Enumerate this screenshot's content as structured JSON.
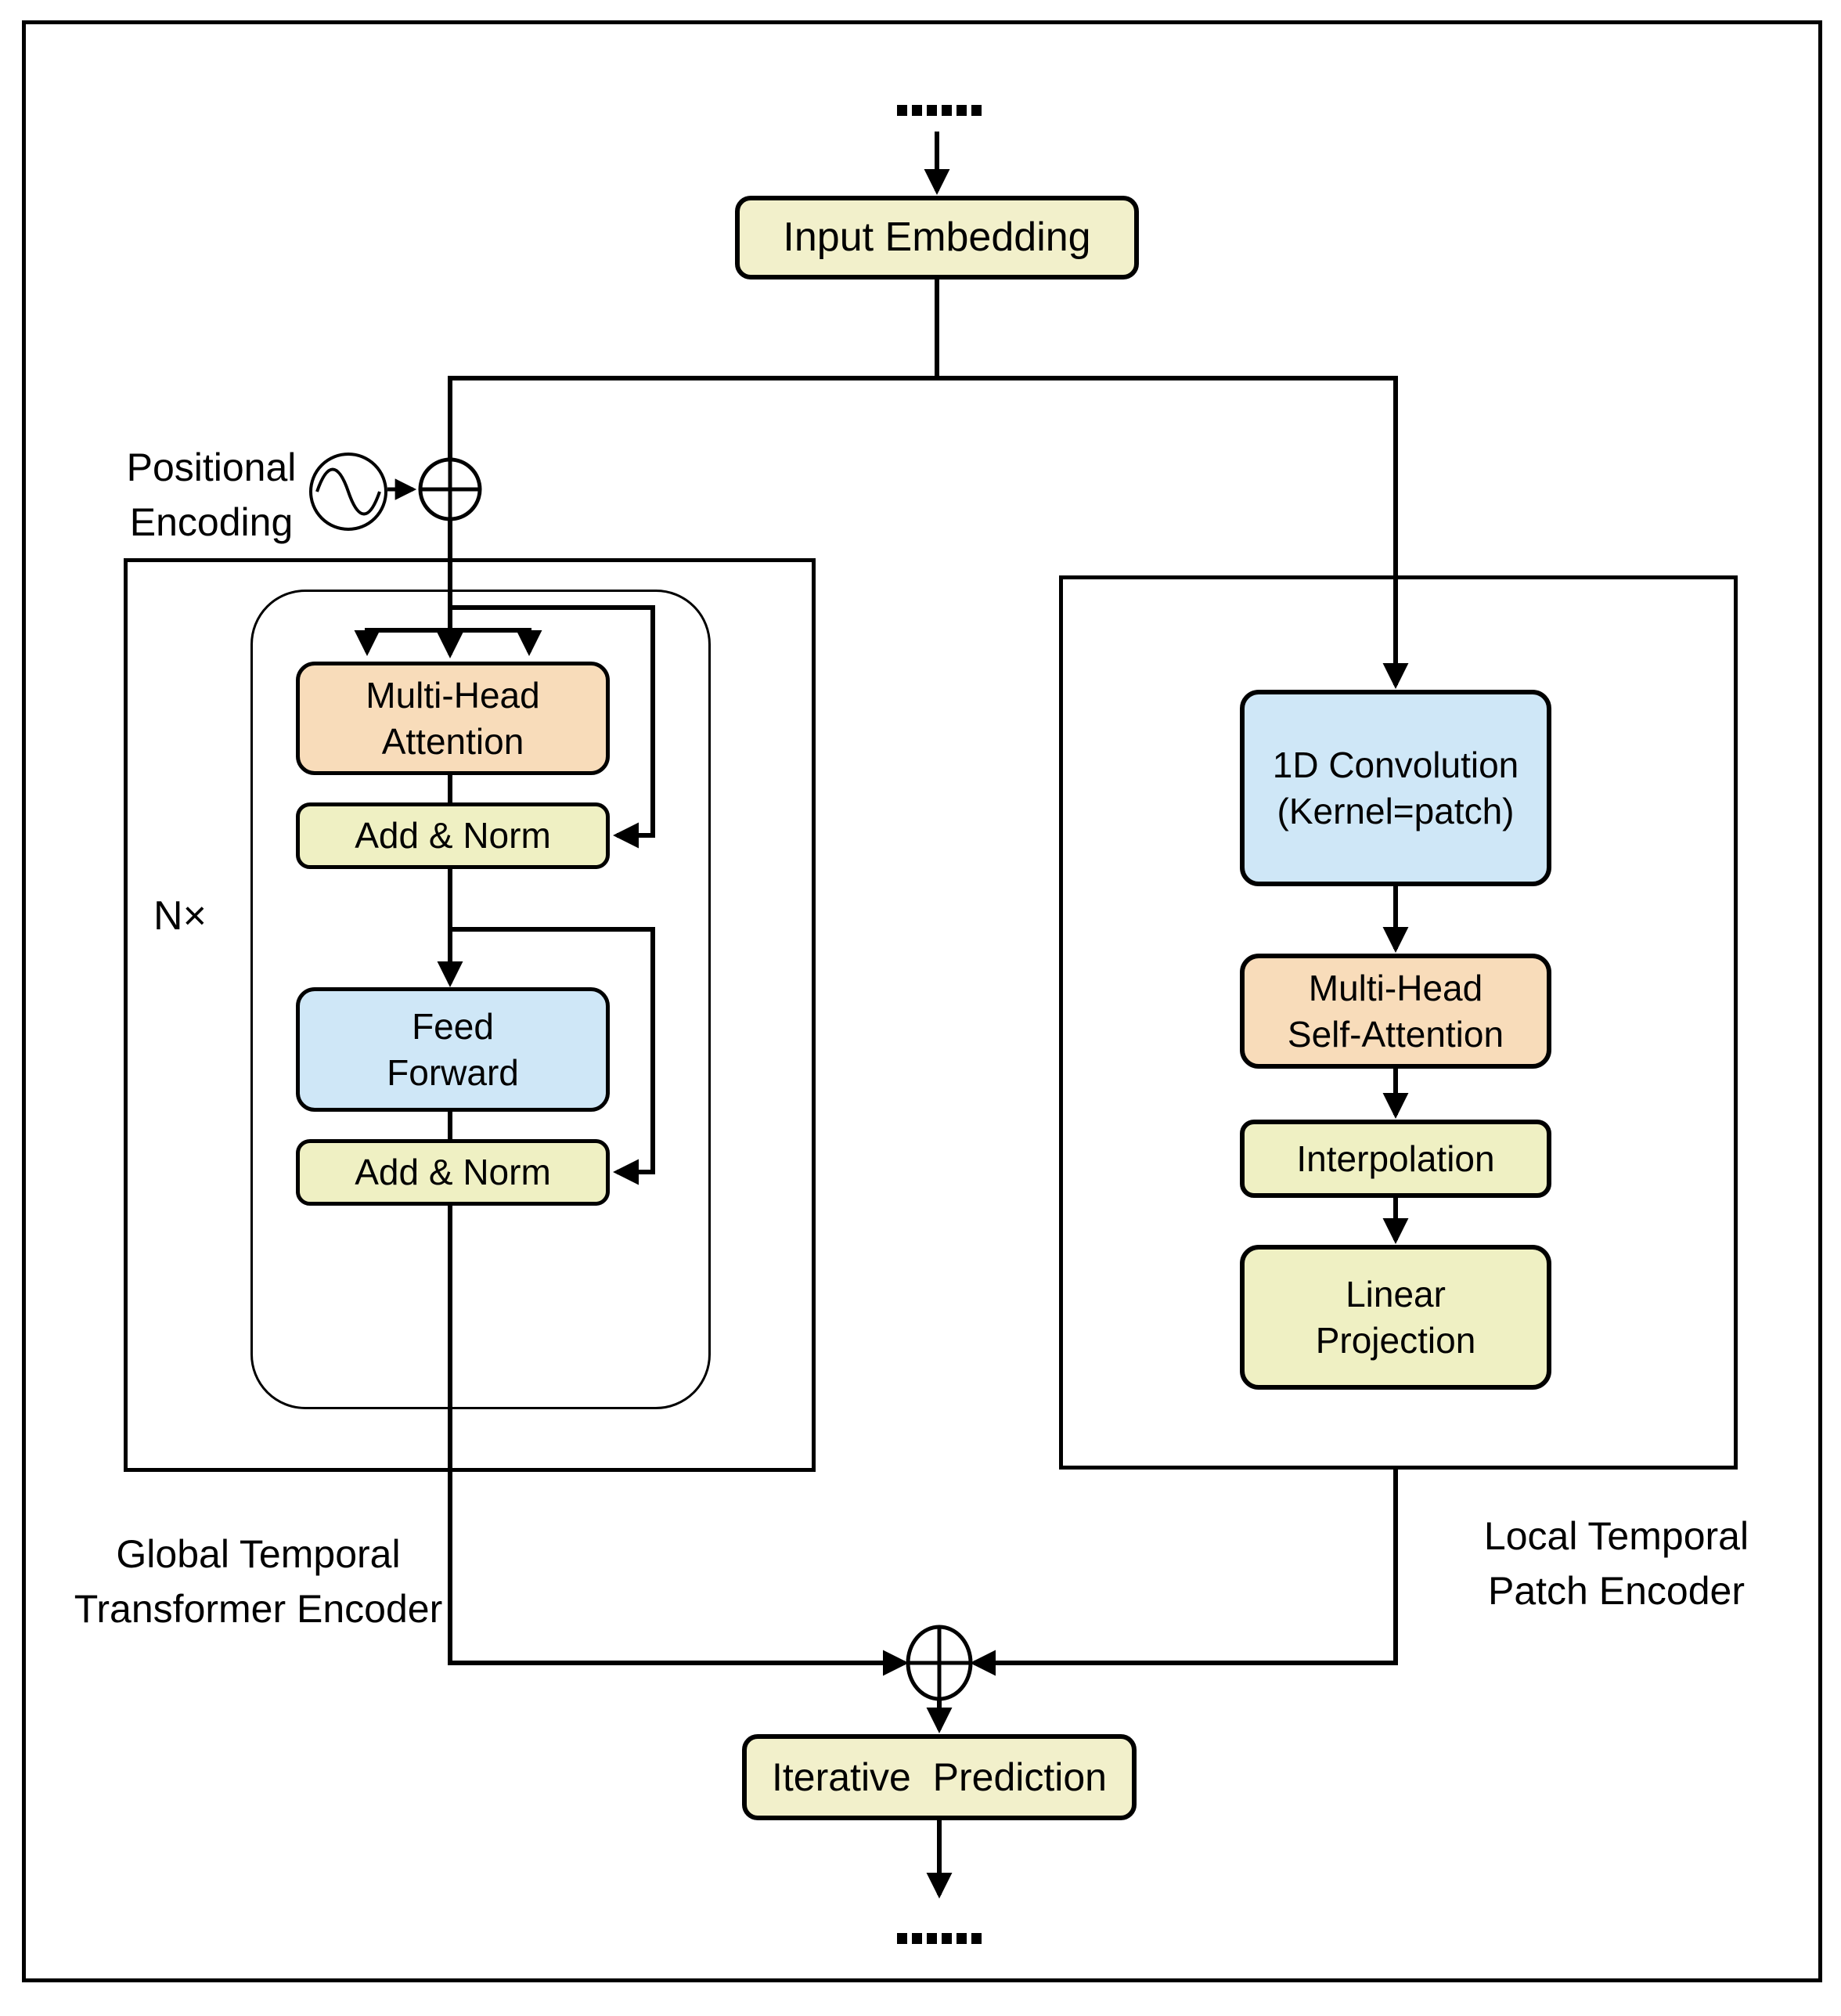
{
  "diagram_type": "model-architecture-flowchart",
  "palette": {
    "cream": "#f2f0cb",
    "yellow_green": "#eff0c3",
    "peach": "#f8dcba",
    "light_blue": "#cfe7f7",
    "line": "#000000",
    "background": "#ffffff"
  },
  "labels": {
    "top_ellipsis": "......",
    "bottom_ellipsis": "......",
    "positional_encoding": {
      "lines": [
        "Positional",
        "Encoding"
      ]
    },
    "repeat_factor": "N×",
    "left_caption": {
      "lines": [
        "Global Temporal",
        "Transformer Encoder"
      ]
    },
    "right_caption": {
      "lines": [
        "Local Temporal",
        "Patch Encoder"
      ]
    }
  },
  "nodes": {
    "input_embedding": {
      "label": "Input Embedding",
      "fill": "#f2f0cb"
    },
    "multi_head_attention": {
      "lines": [
        "Multi-Head",
        "Attention"
      ],
      "fill": "#f8dcba"
    },
    "add_norm_1": {
      "label": "Add & Norm",
      "fill": "#eff0c3"
    },
    "feed_forward": {
      "lines": [
        "Feed",
        "Forward"
      ],
      "fill": "#cfe7f7"
    },
    "add_norm_2": {
      "label": "Add & Norm",
      "fill": "#eff0c3"
    },
    "conv_1d": {
      "lines": [
        "1D Convolution",
        "(Kernel=patch)"
      ],
      "fill": "#cfe7f7"
    },
    "multi_head_self_attention": {
      "lines": [
        "Multi-Head",
        "Self-Attention"
      ],
      "fill": "#f8dcba"
    },
    "interpolation": {
      "label": "Interpolation",
      "fill": "#eff0c3"
    },
    "linear_projection": {
      "lines": [
        "Linear",
        "Projection"
      ],
      "fill": "#eff0c3"
    },
    "iterative_prediction": {
      "label": "Iterative  Prediction",
      "fill": "#f2f0cb"
    }
  },
  "icons": {
    "positional_sum": "circle-plus-operator",
    "merge_sum": "circle-plus-operator",
    "sine_generator": "sine-wave-in-circle"
  }
}
